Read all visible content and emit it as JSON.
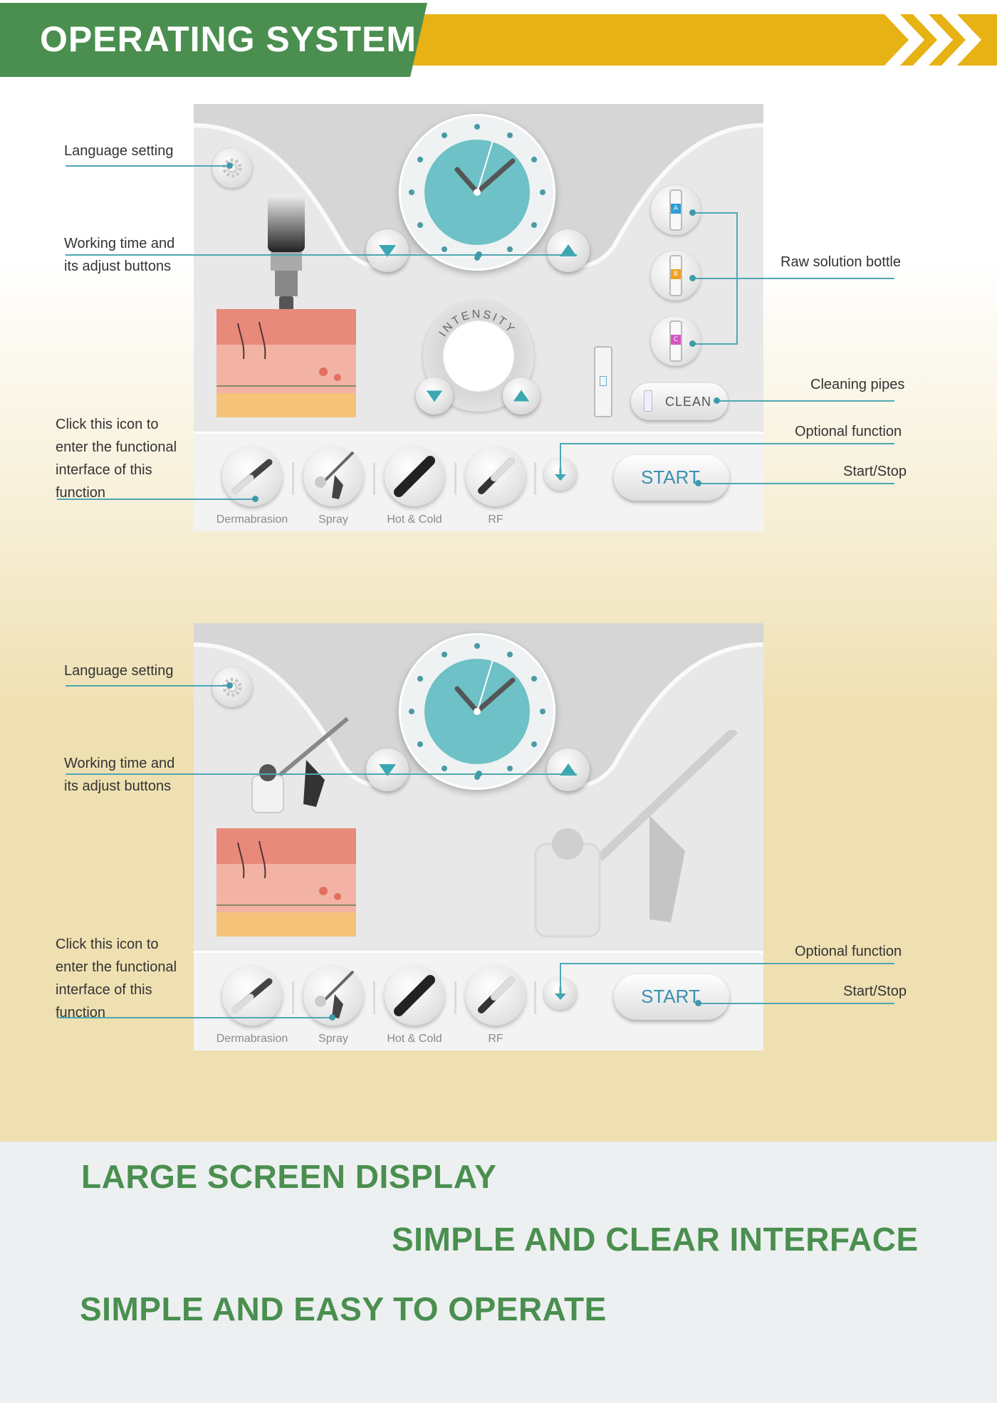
{
  "header": {
    "title": "OPERATING SYSTEM"
  },
  "colors": {
    "green": "#4a8f4f",
    "yellow": "#e7b213",
    "accent": "#4fa7b3"
  },
  "panel1": {
    "annotations": {
      "language": "Language setting",
      "time_line1": "Working time and",
      "time_line2": "its adjust buttons",
      "click_line1": "Click this icon to",
      "click_line2": "enter the functional",
      "click_line3": "interface of this",
      "click_line4": "function",
      "raw": "Raw solution bottle",
      "cleaning": "Cleaning pipes",
      "optional": "Optional function",
      "startstop": "Start/Stop"
    },
    "bottles": [
      "A",
      "B",
      "C"
    ],
    "clean_label": "CLEAN",
    "intensity_label": "INTENSITY",
    "start_label": "START",
    "tools": [
      "Dermabrasion",
      "Spray",
      "Hot & Cold",
      "RF"
    ]
  },
  "panel2": {
    "annotations": {
      "language": "Language setting",
      "time_line1": "Working time and",
      "time_line2": "its adjust buttons",
      "click_line1": "Click this icon to",
      "click_line2": "enter the functional",
      "click_line3": "interface of this",
      "click_line4": "function",
      "optional": "Optional function",
      "startstop": "Start/Stop"
    },
    "start_label": "START",
    "tools": [
      "Dermabrasion",
      "Spray",
      "Hot & Cold",
      "RF"
    ]
  },
  "footer": {
    "slogan1": "LARGE SCREEN DISPLAY",
    "slogan2": "SIMPLE AND CLEAR INTERFACE",
    "slogan3": "SIMPLE AND EASY TO OPERATE"
  },
  "icons": [
    "gear-icon",
    "arrow-down-icon",
    "arrow-up-icon",
    "plus-icon",
    "chevron-right-icon",
    "trash-icon"
  ]
}
